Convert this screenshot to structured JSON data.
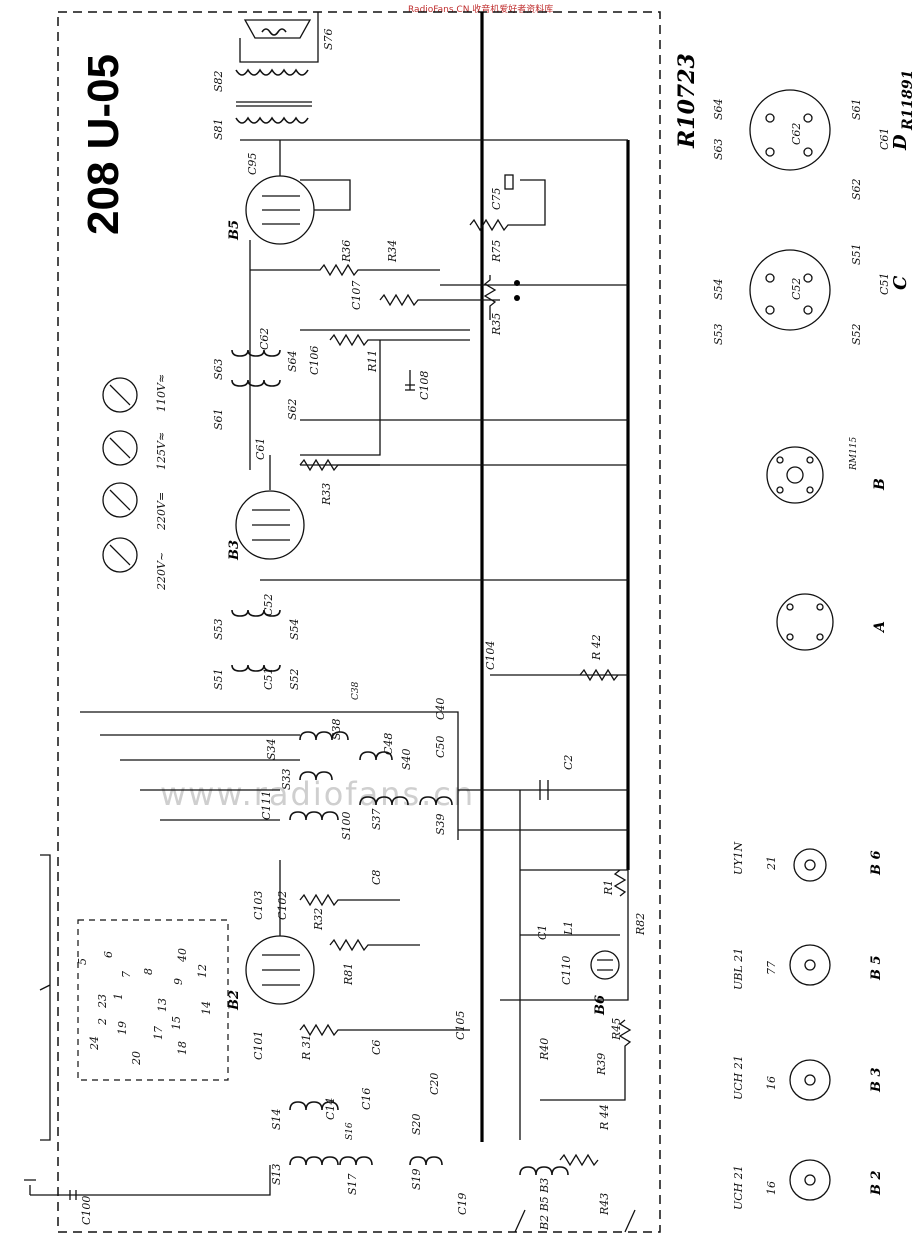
{
  "watermark_top": "RadioFans.CN 收音机爱好者资料库",
  "watermark_center": "www.radiofans.cn",
  "model_title": "208 U-05",
  "ref_main": "R10723",
  "ref_side": "R11891",
  "voltage_labels": [
    "220V~",
    "220V=",
    "125V≈",
    "110V≈"
  ],
  "tubes": {
    "b2": "B2",
    "b3": "B3",
    "b5": "B5",
    "b6": "B6"
  },
  "tube_table": [
    {
      "type": "UCH 21",
      "pin": "16",
      "label": "B 2"
    },
    {
      "type": "UCH 21",
      "pin": "16",
      "label": "B 3"
    },
    {
      "type": "UBL 21",
      "pin": "77",
      "label": "B 5"
    },
    {
      "type": "UY1N",
      "pin": "21",
      "label": "B 6"
    }
  ],
  "coil_sockets": [
    "A",
    "B",
    "C",
    "D"
  ],
  "rm_label": "RM115",
  "components": {
    "s76": "S76",
    "s82": "S82",
    "s81": "S81",
    "c95": "C95",
    "c75": "C75",
    "r75": "R75",
    "r36": "R36",
    "r34": "R34",
    "r35": "R35",
    "c62": "C62",
    "c107": "C107",
    "s63": "S63",
    "c106": "C106",
    "s64": "S64",
    "r11": "R11",
    "c108": "C108",
    "s61": "S61",
    "s62": "S62",
    "c61": "C61",
    "r33": "R33",
    "s53": "S53",
    "c52": "C52",
    "s54": "S54",
    "s51": "S51",
    "c51": "C51",
    "s52": "S52",
    "c104": "C104",
    "r42": "R 42",
    "c2": "C2",
    "s34": "S34",
    "c38": "C38",
    "c48": "C48",
    "c40": "C40",
    "c50": "C50",
    "s33": "S33",
    "s38": "S38",
    "s40": "S40",
    "c111": "C111",
    "s100": "S100",
    "s37": "S37",
    "s39": "S39",
    "c8": "C8",
    "r32": "R32",
    "c102": "C102",
    "c103": "C103",
    "r81": "R81",
    "r1": "R1",
    "l1": "L1",
    "c1": "C1",
    "r82": "R82",
    "c110": "C110",
    "c101": "C101",
    "r31": "R 31",
    "c6": "C6",
    "c105": "C105",
    "r40": "R40",
    "r39": "R39",
    "r45": "R45",
    "r44": "R 44",
    "c20": "C20",
    "s14": "S14",
    "c14": "C14",
    "c16": "C16",
    "s16": "S16",
    "s20": "S20",
    "s13": "S13",
    "s17": "S17",
    "s19": "S19",
    "c100": "C100",
    "c19": "C19",
    "r43": "R43",
    "b2b5b3": "B2 B5 B3"
  },
  "switch_numbers": [
    "6",
    "7",
    "8",
    "40",
    "9",
    "12",
    "23",
    "2",
    "1",
    "13",
    "15",
    "14",
    "24",
    "19",
    "20",
    "17",
    "18",
    "5"
  ]
}
